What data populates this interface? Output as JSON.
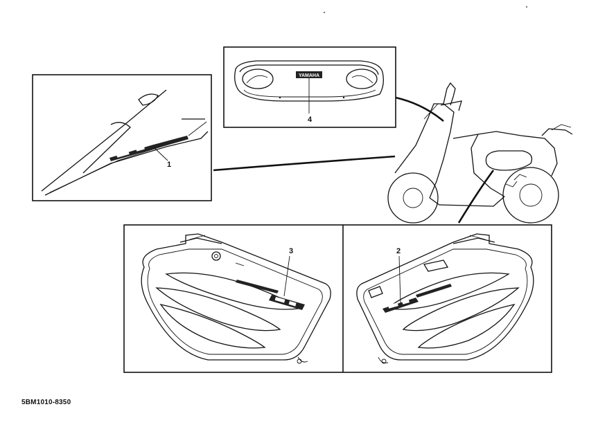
{
  "diagram": {
    "callouts": [
      "1",
      "2",
      "3",
      "4"
    ],
    "brand_badge": "YAMAHA",
    "part_code": "5BM1010-8350"
  }
}
